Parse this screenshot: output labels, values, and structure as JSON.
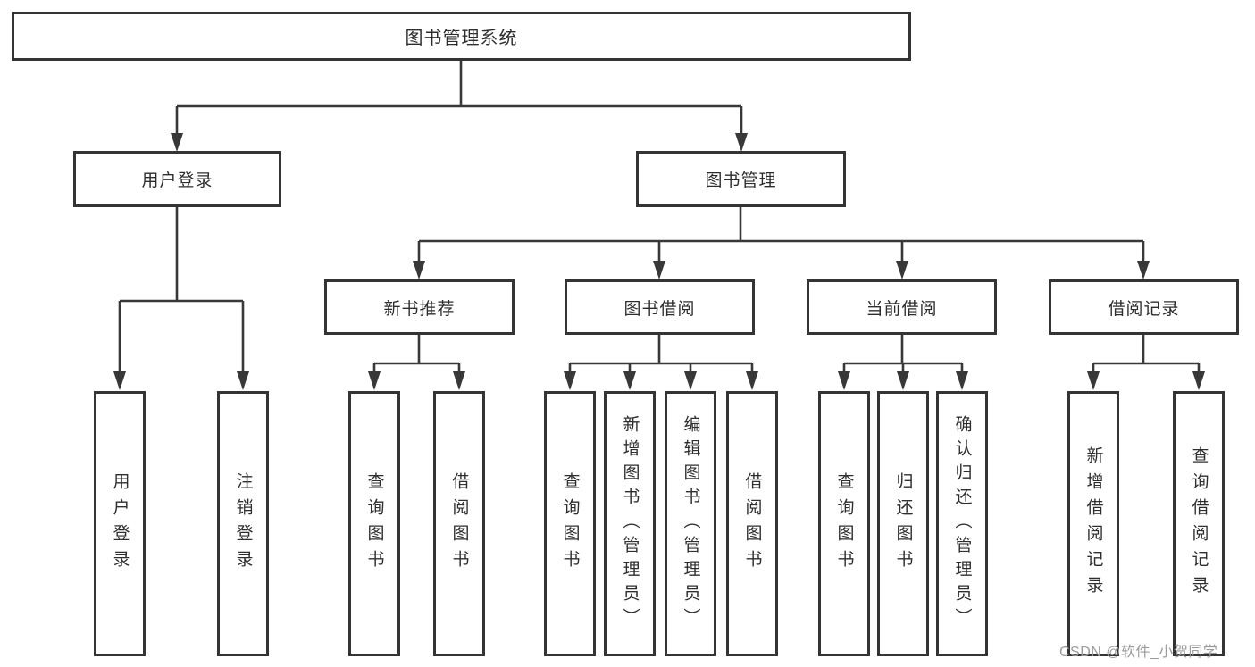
{
  "root": {
    "label": "图书管理系统"
  },
  "level2": {
    "user_login": {
      "label": "用户登录"
    },
    "book_management": {
      "label": "图书管理"
    }
  },
  "level3": {
    "new_book_recommend": {
      "label": "新书推荐"
    },
    "book_borrowing": {
      "label": "图书借阅"
    },
    "current_borrowing": {
      "label": "当前借阅"
    },
    "borrowing_records": {
      "label": "借阅记录"
    }
  },
  "leaves": {
    "user_login": [
      {
        "label": "用户登录"
      },
      {
        "label": "注销登录"
      }
    ],
    "new_book_recommend": [
      {
        "label": "查询图书"
      },
      {
        "label": "借阅图书"
      }
    ],
    "book_borrowing": [
      {
        "label": "查询图书"
      },
      {
        "label": "新增图书（管理员）"
      },
      {
        "label": "编辑图书（管理员）"
      },
      {
        "label": "借阅图书"
      }
    ],
    "current_borrowing": [
      {
        "label": "查询图书"
      },
      {
        "label": "归还图书"
      },
      {
        "label": "确认归还（管理员）"
      }
    ],
    "borrowing_records": [
      {
        "label": "新增借阅记录"
      },
      {
        "label": "查询借阅记录"
      }
    ]
  },
  "watermark": {
    "text": "CSDN @软件_小贺同学"
  },
  "colors": {
    "line": "#383838",
    "box_border": "#343434",
    "text": "#2e2e2e",
    "watermark": "#9b9b9b",
    "background": "#ffffff"
  }
}
